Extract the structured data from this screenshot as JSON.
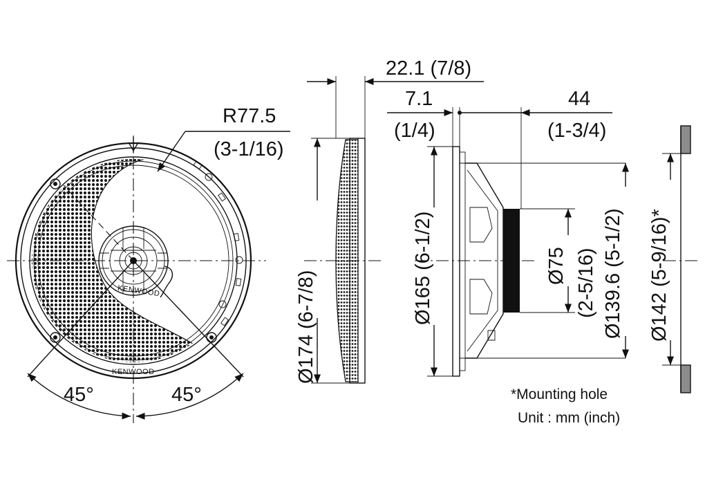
{
  "brand": "KENWOOD",
  "brand_hub": "KENWOOD",
  "dimensions": {
    "radius_mm": "R77.5",
    "radius_in": "(3-1/16)",
    "angle_left": "45°",
    "angle_right": "45°",
    "outer_dia": "Ø174 (6-7/8)",
    "depth_total_mm": "22.1 (7/8)",
    "depth_flange_mm": "7.1",
    "depth_flange_in": "(1/4)",
    "depth_motor_mm": "44",
    "depth_motor_in": "(1-3/4)",
    "basket_dia": "Ø165 (6-1/2)",
    "magnet_dia_mm": "Ø75",
    "magnet_dia_in": "(2-5/16)",
    "cone_dia": "Ø139.6 (5-1/2)",
    "hole_dia": "Ø142 (5-9/16)*"
  },
  "notes": {
    "mounting": "*Mounting hole",
    "unit": "Unit : mm (inch)"
  }
}
